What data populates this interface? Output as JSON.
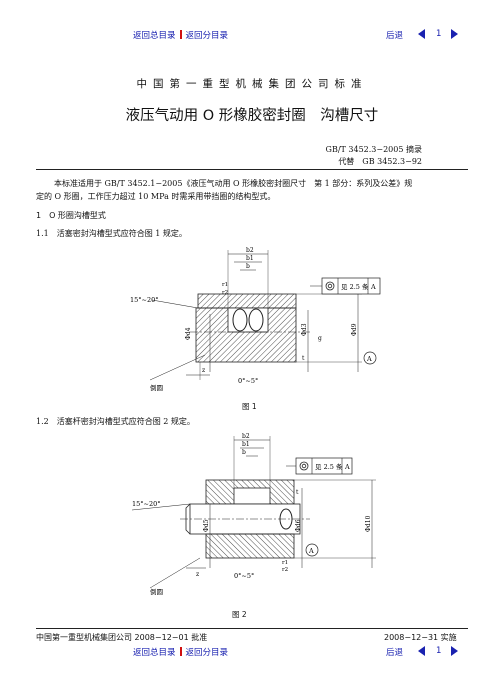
{
  "nav": {
    "back_main": "返回总目录",
    "back_sub": "返回分目录",
    "back": "后退",
    "page": "1"
  },
  "header": {
    "org": "中国第一重型机械集团公司标准",
    "title": "液压气动用 O 形橡胶密封圈　沟槽尺寸",
    "std_no": "GB/T 3452.3−2005 摘录",
    "replaces": "代替　GB 3452.3−92"
  },
  "body": {
    "intro_line1": "本标准适用于 GB/T 3452.1−2005《液压气动用 O 形橡胶密封圈尺寸　第 1 部分：系列及公差》规",
    "intro_line2": "定的 O 形圈，工作压力超过 10 MPa 时需采用带挡圈的结构型式。",
    "section1": "1　O 形圈沟槽型式",
    "clause1_1": "1.1　活塞密封沟槽型式应符合图 1 规定。",
    "clause1_2": "1.2　活塞杆密封沟槽型式应符合图 2 规定。"
  },
  "figure1": {
    "caption": "图 1",
    "lbl_b2": "b2",
    "lbl_b1": "b1",
    "lbl_b": "b",
    "lbl_r1": "r1",
    "lbl_r2": "r2",
    "lbl_angle": "15°~20°",
    "lbl_d4": "Φd4",
    "lbl_d3": "Φd3",
    "lbl_d9": "Φd9",
    "lbl_t": "t",
    "lbl_g": "g",
    "lbl_z": "z",
    "lbl_slope": "0°~5°",
    "lbl_chamfer": "倒圆",
    "tol_note": "见 2.5 条",
    "tol_datum": "A",
    "datum_marker": "A"
  },
  "figure2": {
    "caption": "图 2",
    "lbl_b2": "b2",
    "lbl_b1": "b1",
    "lbl_b": "b",
    "lbl_angle": "15°~20°",
    "lbl_d5": "Φd5",
    "lbl_d6": "Φd6",
    "lbl_d10": "Φd10",
    "lbl_t": "t",
    "lbl_z": "z",
    "lbl_r1": "r1",
    "lbl_r2": "r2",
    "lbl_slope": "0°~5°",
    "lbl_chamfer": "倒圆",
    "tol_note": "见 2.5 条",
    "tol_datum": "A",
    "datum_marker": "A"
  },
  "footer": {
    "approved": "中国第一重型机械集团公司 2008−12−01 批准",
    "effective": "2008−12−31 实施"
  },
  "colors": {
    "nav": "#1a22b0",
    "separator": "#d01010"
  }
}
